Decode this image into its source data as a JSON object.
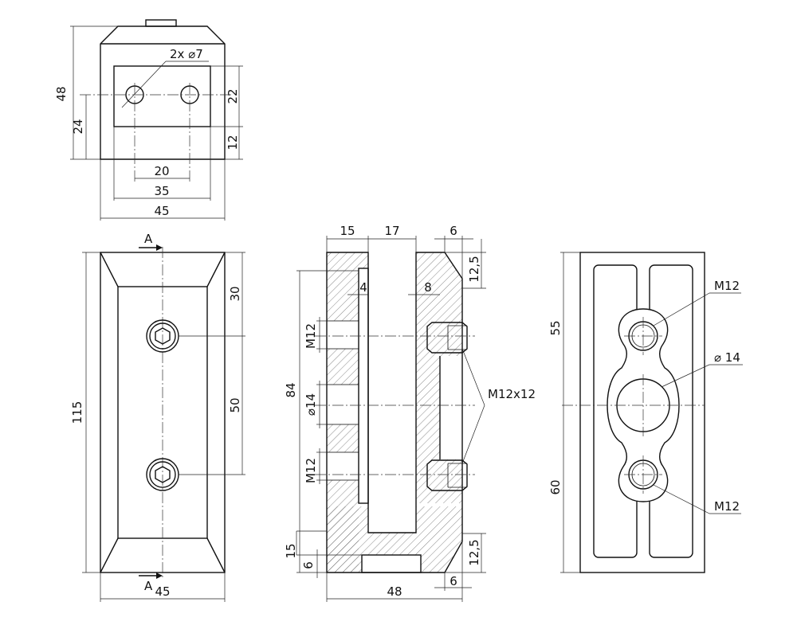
{
  "top_view": {
    "holes": "2x ⌀7",
    "dim_height": "48",
    "dim_hole_height": "24",
    "dim_hole_spacing": "20",
    "dim_recess_width": "35",
    "dim_width": "45",
    "dim_recess_height": "22",
    "dim_recess_offset": "12"
  },
  "front_view": {
    "section_mark_top": "A",
    "section_mark_bottom": "A",
    "dim_height": "115",
    "dim_top_offset": "30",
    "dim_bolt_spacing": "50",
    "dim_width": "45"
  },
  "section_view": {
    "dim_15": "15",
    "dim_17": "17",
    "dim_6_top": "6",
    "dim_12_5_top": "12,5",
    "dim_4": "4",
    "dim_8": "8",
    "dim_84": "84",
    "dim_m12_top": "M12",
    "dim_d14": "⌀14",
    "dim_m12_bottom": "M12",
    "thread_label": "M12x12",
    "dim_15_bottom": "15",
    "dim_6_bottom_left": "6",
    "dim_48": "48",
    "dim_6_bottom_right": "6",
    "dim_12_5_bottom": "12,5"
  },
  "right_view": {
    "dim_55": "55",
    "dim_60": "60",
    "label_m12_top": "M12",
    "label_d14": "⌀ 14",
    "label_m12_bottom": "M12"
  }
}
